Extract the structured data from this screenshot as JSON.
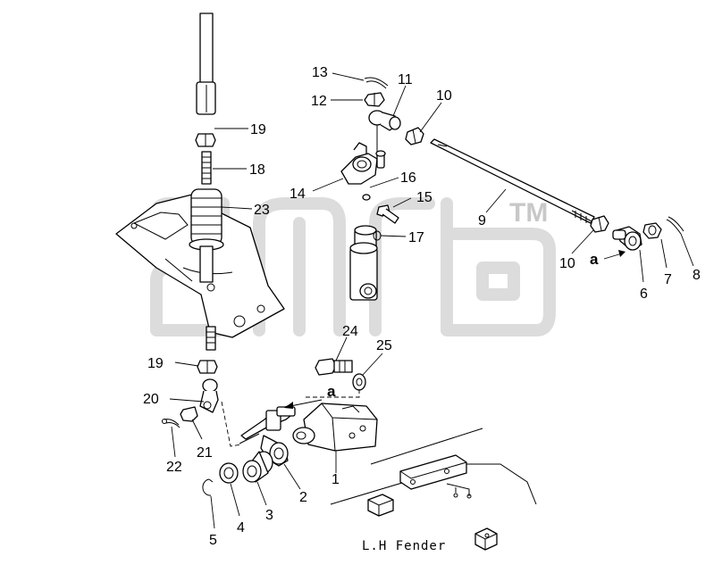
{
  "diagram": {
    "callouts": {
      "n1": "1",
      "n2": "2",
      "n3": "3",
      "n4": "4",
      "n5": "5",
      "n6": "6",
      "n7": "7",
      "n8": "8",
      "n9": "9",
      "n10a": "10",
      "n10b": "10",
      "n11": "11",
      "n12": "12",
      "n13": "13",
      "n14": "14",
      "n15": "15",
      "n16": "16",
      "n17": "17",
      "n18": "18",
      "n19a": "19",
      "n19b": "19",
      "n20": "20",
      "n21": "21",
      "n22": "22",
      "n23": "23",
      "n24": "24",
      "n25": "25"
    },
    "arrow_marks": {
      "upper": "a",
      "lower": "a"
    },
    "caption": "L.H Fender",
    "watermark": "TM"
  }
}
